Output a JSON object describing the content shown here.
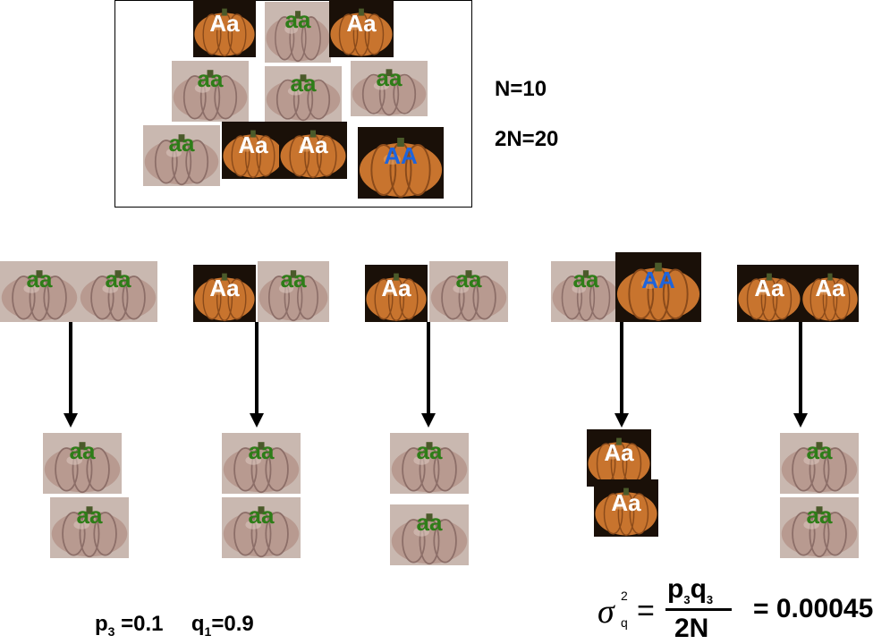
{
  "population_box": {
    "pumpkins": [
      {
        "label": "Aa",
        "kind": "orange",
        "color": "white"
      },
      {
        "label": "aa",
        "kind": "pale",
        "color": "green"
      },
      {
        "label": "Aa",
        "kind": "orange",
        "color": "white"
      },
      {
        "label": "aa",
        "kind": "pale",
        "color": "green"
      },
      {
        "label": "aa",
        "kind": "pale",
        "color": "green"
      },
      {
        "label": "aa",
        "kind": "pale",
        "color": "green"
      },
      {
        "label": "aa",
        "kind": "pale",
        "color": "green"
      },
      {
        "label": "Aa",
        "kind": "orange",
        "color": "white"
      },
      {
        "label": "Aa",
        "kind": "orange",
        "color": "white"
      },
      {
        "label": "AA",
        "kind": "orange",
        "color": "blue"
      }
    ]
  },
  "stats": {
    "n": "N=10",
    "two_n": "2N=20"
  },
  "pairs": [
    {
      "parents": [
        {
          "label": "aa",
          "kind": "pale",
          "color": "green"
        },
        {
          "label": "aa",
          "kind": "pale",
          "color": "green"
        }
      ],
      "offspring": [
        {
          "label": "aa",
          "kind": "pale",
          "color": "green"
        },
        {
          "label": "aa",
          "kind": "pale",
          "color": "green"
        }
      ]
    },
    {
      "parents": [
        {
          "label": "Aa",
          "kind": "orange",
          "color": "white"
        },
        {
          "label": "aa",
          "kind": "pale",
          "color": "green"
        }
      ],
      "offspring": [
        {
          "label": "aa",
          "kind": "pale",
          "color": "green"
        },
        {
          "label": "aa",
          "kind": "pale",
          "color": "green"
        }
      ]
    },
    {
      "parents": [
        {
          "label": "Aa",
          "kind": "orange",
          "color": "white"
        },
        {
          "label": "aa",
          "kind": "pale",
          "color": "green"
        }
      ],
      "offspring": [
        {
          "label": "aa",
          "kind": "pale",
          "color": "green"
        },
        {
          "label": "aa",
          "kind": "pale",
          "color": "green"
        }
      ]
    },
    {
      "parents": [
        {
          "label": "aa",
          "kind": "pale",
          "color": "green"
        },
        {
          "label": "AA",
          "kind": "orange",
          "color": "blue"
        }
      ],
      "offspring": [
        {
          "label": "Aa",
          "kind": "orange",
          "color": "white"
        },
        {
          "label": "Aa",
          "kind": "orange",
          "color": "white"
        }
      ]
    },
    {
      "parents": [
        {
          "label": "Aa",
          "kind": "orange",
          "color": "white"
        },
        {
          "label": "Aa",
          "kind": "orange",
          "color": "white"
        }
      ],
      "offspring": [
        {
          "label": "aa",
          "kind": "pale",
          "color": "green"
        },
        {
          "label": "aa",
          "kind": "pale",
          "color": "green"
        }
      ]
    }
  ],
  "frequencies": {
    "p_symbol": "p",
    "p_sub": "3",
    "p_value": " =0.1",
    "q_symbol": "q",
    "q_sub": "1",
    "q_value": "=0.9"
  },
  "formula": {
    "sigma": "σ",
    "sigma_sup": "2",
    "sigma_sub": "q",
    "equals": "=",
    "numerator_p": "p",
    "numerator_p_sub": "3",
    "numerator_q": "q",
    "numerator_q_sub": "3",
    "denominator": "2N",
    "result": "= 0.00045"
  },
  "colors": {
    "white_label": "#ffffff",
    "green_label": "#2e7d18",
    "blue_label": "#1e64dc",
    "orange_pumpkin": "#c8742e",
    "pale_pumpkin": "#b89a90"
  }
}
